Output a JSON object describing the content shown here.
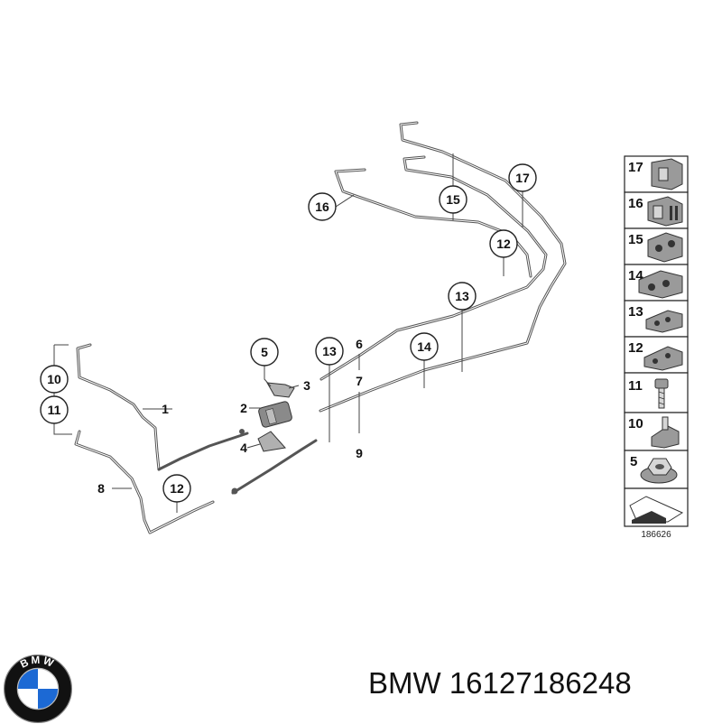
{
  "diagram": {
    "callouts": [
      "16",
      "15",
      "17",
      "12",
      "13",
      "5",
      "13",
      "14",
      "10",
      "11",
      "12"
    ],
    "labels": [
      "1",
      "2",
      "3",
      "4",
      "6",
      "7",
      "8",
      "9"
    ],
    "legend": [
      "17",
      "16",
      "15",
      "14",
      "13",
      "12",
      "11",
      "10",
      "5"
    ],
    "diagram_id": "186626"
  },
  "brand": {
    "logo_letters": "BMW",
    "caption": "BMW 16127186248"
  },
  "colors": {
    "line": "#555555",
    "bmw_blue": "#1c69d4",
    "ring": "#111111"
  }
}
